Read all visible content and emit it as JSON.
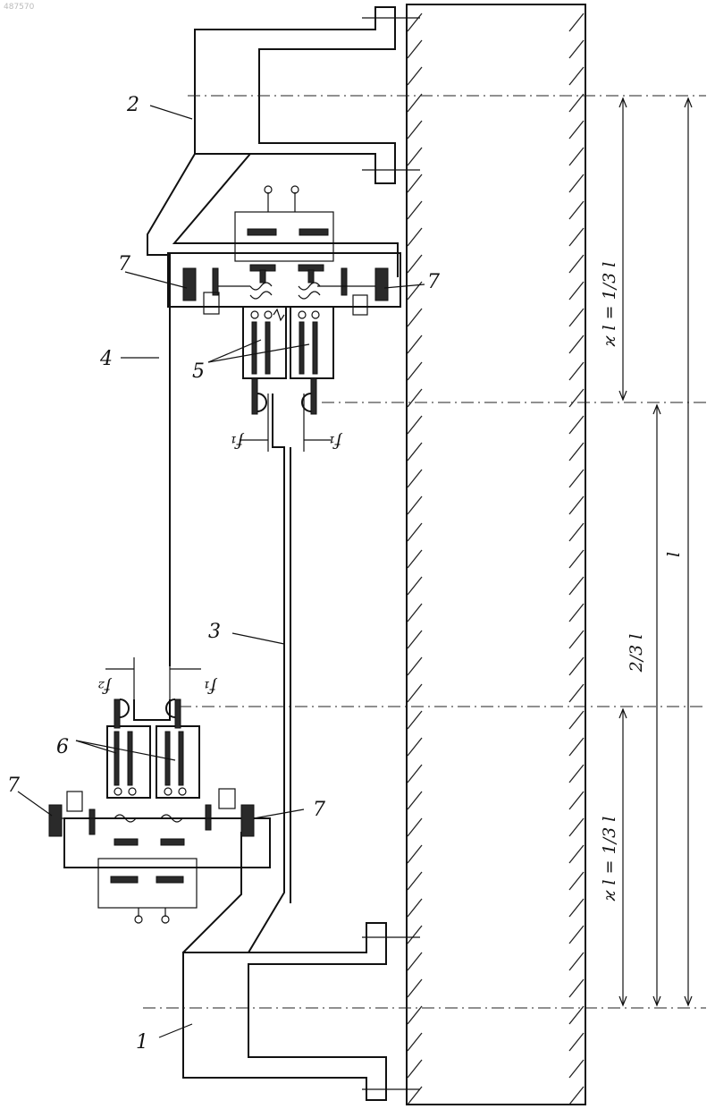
{
  "watermark": "487570",
  "labels": {
    "n1": "1",
    "n2": "2",
    "n3": "3",
    "n4": "4",
    "n5": "5",
    "n6": "6",
    "n7a": "7",
    "n7b": "7",
    "n7c": "7",
    "n7d": "7"
  },
  "dimensions": {
    "top_segment": "ϰ l = 1/3 l",
    "middle_segment": "2/3 l",
    "overall": "l",
    "bottom_segment": "ϰ l = 1/3 l"
  },
  "gaps": {
    "f1_top_left": "f₁",
    "f1_top_right": "f₁",
    "f2_bottom_left": "f₂",
    "f1_bottom_right": "f₁"
  }
}
